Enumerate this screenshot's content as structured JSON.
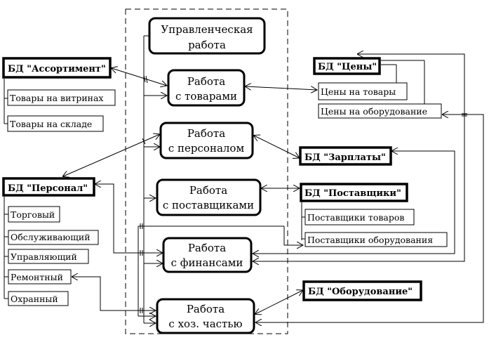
{
  "diagram": {
    "processes": [
      {
        "id": "mgmt",
        "line1": "Управленческая",
        "line2": "работа"
      },
      {
        "id": "goods",
        "line1": "Работа",
        "line2": "с товарами"
      },
      {
        "id": "staff",
        "line1": "Работа",
        "line2": "с персоналом"
      },
      {
        "id": "suppliers",
        "line1": "Работа",
        "line2": "с поставщиками"
      },
      {
        "id": "finance",
        "line1": "Работа",
        "line2": "с финансами"
      },
      {
        "id": "facility",
        "line1": "Работа",
        "line2": "с хоз. частью"
      }
    ],
    "databases": [
      {
        "id": "assortment",
        "label": "БД \"Ассортимент\"",
        "items": [
          "Товары на витринах",
          "Товары на складе"
        ]
      },
      {
        "id": "prices",
        "label": "БД \"Цены\"",
        "items": [
          "Цены на товары",
          "Цены на оборудование"
        ]
      },
      {
        "id": "salaries",
        "label": "БД \"Зарплаты\"",
        "items": []
      },
      {
        "id": "personnel",
        "label": "БД \"Персонал\"",
        "items": [
          "Торговый",
          "Обслуживающий",
          "Управляющий",
          "Ремонтный",
          "Охранный"
        ]
      },
      {
        "id": "suppliers_db",
        "label": "БД \"Поставщики\"",
        "items": [
          "Поставщики товаров",
          "Поставщики оборудования"
        ]
      },
      {
        "id": "equipment",
        "label": "БД \"Оборудование\"",
        "items": []
      }
    ]
  }
}
